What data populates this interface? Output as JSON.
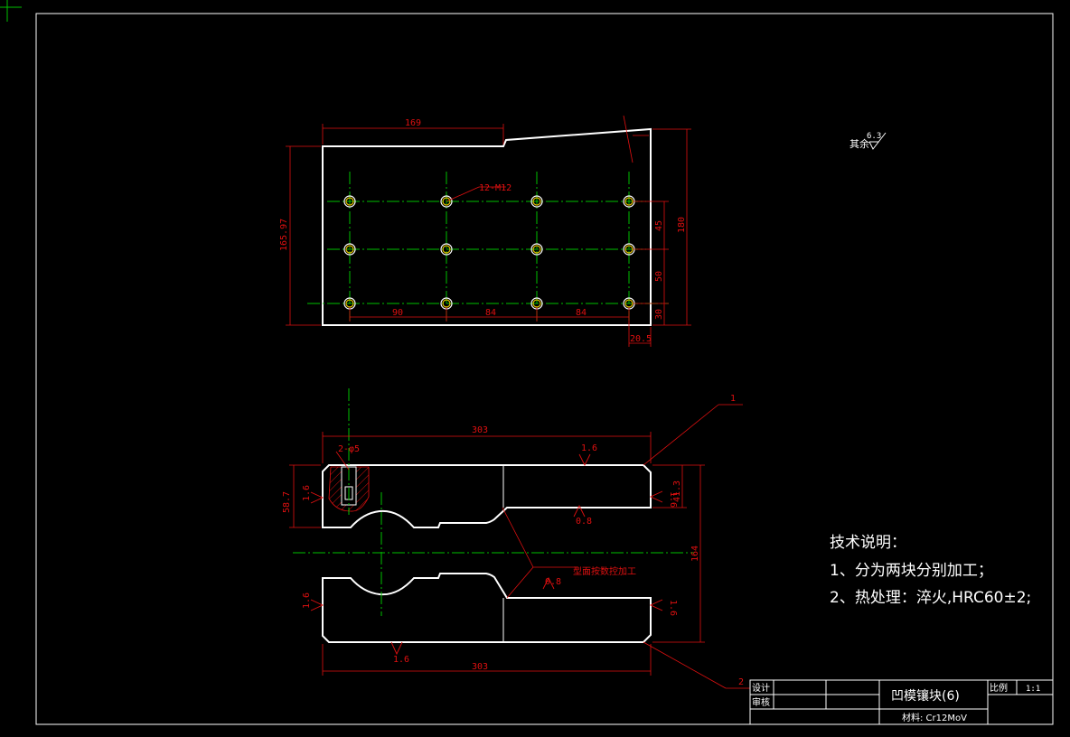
{
  "top_view": {
    "dims": {
      "width_top": "169",
      "height_left": "165.97",
      "callout_holes": "12-M12",
      "total_height_right": "180",
      "pitch_v1": "45",
      "pitch_v2": "50",
      "edge_bottom": "30",
      "pitch_h1": "90",
      "pitch_h2": "84",
      "pitch_h3": "84",
      "edge_right": "20.5"
    }
  },
  "front_view": {
    "dims": {
      "length_top": "303",
      "length_bottom": "303",
      "hole_callout": "2-φ5",
      "left_height": "58.7",
      "right_height": "41.3",
      "total_height": "164",
      "rough_1": "1.6",
      "rough_2": "1.6",
      "rough_3": "1.6",
      "rough_4": "1.6",
      "rough_5": "1.6",
      "rough_6": "1.6",
      "rough_7": "0.8",
      "rough_8": "0.8",
      "note_profile": "型面按数控加工"
    },
    "balloons": {
      "b1": "1",
      "b2": "2"
    }
  },
  "surface_note": {
    "text": "其余",
    "value": "6.3"
  },
  "tech_notes": {
    "title": "技术说明：",
    "items": [
      "1、分为两块分别加工；",
      "2、热处理：淬火,HRC60±2;"
    ]
  },
  "title_block": {
    "design_label": "设计",
    "review_label": "审核",
    "part_name": "凹模镶块(6)",
    "scale_label": "比例",
    "scale_value": "1:1",
    "material_label": "材料: Cr12MoV"
  }
}
